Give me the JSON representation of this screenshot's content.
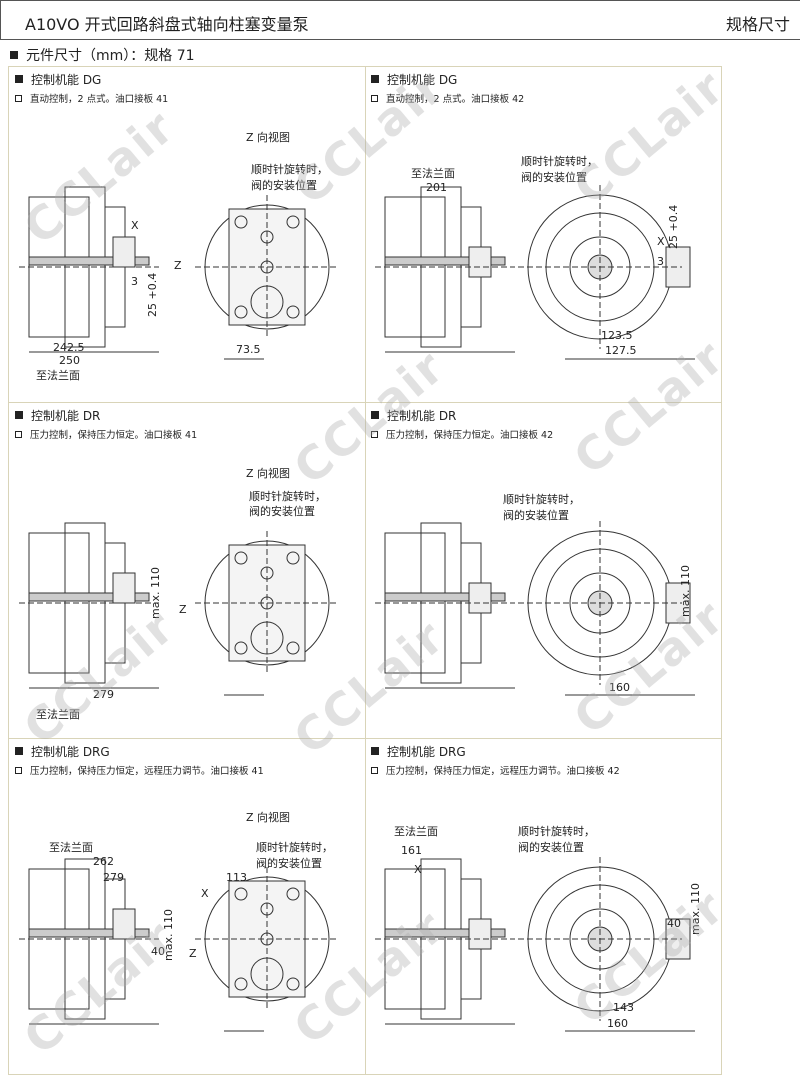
{
  "header": {
    "title": "A10VO 开式回路斜盘式轴向柱塞变量泵",
    "right": "规格尺寸"
  },
  "section": "元件尺寸（mm）：规格 71",
  "watermark": "CCLair",
  "panels": [
    {
      "title": "控制机能 DG",
      "subtitle": "直动控制，2 点式。油口接板 41",
      "view": "side-front-plate",
      "labels": [
        "Z 向视图",
        "顺时针旋转时，",
        "阀的安装位置",
        "X",
        "Z",
        "3",
        "25 +0.4",
        "242.5",
        "250",
        "至法兰面",
        "73.5"
      ]
    },
    {
      "title": "控制机能 DG",
      "subtitle": "直动控制，2 点式。油口接板 42",
      "view": "side-front-shaft",
      "labels": [
        "顺时针旋转时，",
        "阀的安装位置",
        "至法兰面",
        "201",
        "X",
        "3",
        "25 +0.4",
        "123.5",
        "127.5"
      ]
    },
    {
      "title": "控制机能 DR",
      "subtitle": "压力控制，保持压力恒定。油口接板 41",
      "view": "side-front-plate",
      "labels": [
        "Z 向视图",
        "顺时针旋转时，",
        "阀的安装位置",
        "max. 110",
        "Z",
        "279",
        "至法兰面"
      ]
    },
    {
      "title": "控制机能 DR",
      "subtitle": "压力控制，保持压力恒定。油口接板 42",
      "view": "side-front-shaft",
      "labels": [
        "顺时针旋转时，",
        "阀的安装位置",
        "max. 110",
        "160"
      ]
    },
    {
      "title": "控制机能 DRG",
      "subtitle": "压力控制，保持压力恒定，远程压力调节。油口接板 41",
      "view": "side-front-plate",
      "labels": [
        "Z 向视图",
        "至法兰面",
        "262",
        "279",
        "113",
        "顺时针旋转时，",
        "阀的安装位置",
        "X",
        "max. 110",
        "40",
        "Z"
      ]
    },
    {
      "title": "控制机能 DRG",
      "subtitle": "压力控制，保持压力恒定，远程压力调节。油口接板 42",
      "view": "side-front-shaft",
      "labels": [
        "至法兰面",
        "161",
        "X",
        "顺时针旋转时，",
        "阀的安装位置",
        "max. 110",
        "40",
        "143",
        "160"
      ]
    }
  ]
}
